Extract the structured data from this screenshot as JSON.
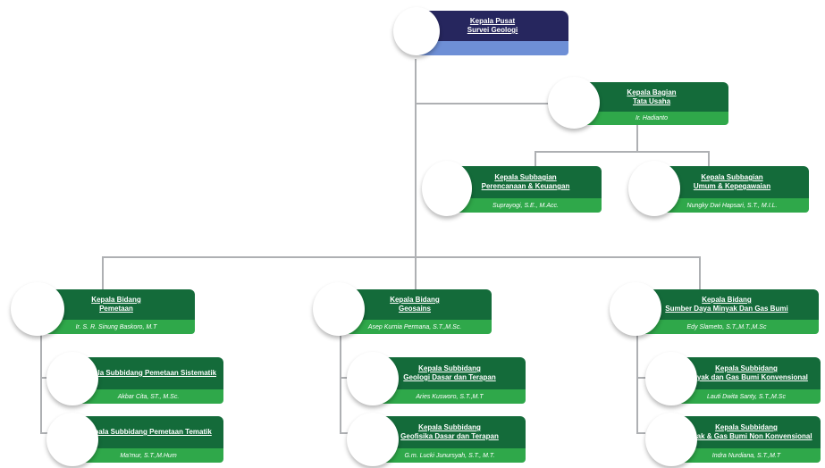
{
  "head": {
    "title_line1": "Kepala Pusat",
    "title_line2": "Survei Geologi",
    "name": ""
  },
  "tata_usaha": {
    "title_line1": "Kepala Bagian",
    "title_line2": "Tata Usaha",
    "name": "Ir. Hadianto"
  },
  "perencanaan": {
    "title_line1": "Kepala Subbagian",
    "title_line2": "Perencanaan & Keuangan",
    "name": "Suprayogi, S.E., M.Acc."
  },
  "umum": {
    "title_line1": "Kepala Subbagian",
    "title_line2": "Umum & Kepegawaian",
    "name": "Nungky Dwi Hapsari, S.T., M.I.L."
  },
  "pemetaan": {
    "title_line1": "Kepala Bidang",
    "title_line2": "Pemetaan",
    "name": "Ir. S. R. Sinung Baskoro, M.T"
  },
  "geosains": {
    "title_line1": "Kepala Bidang",
    "title_line2": "Geosains",
    "name": "Asep Kurnia Permana, S.T.,M.Sc."
  },
  "migas": {
    "title_line1": "Kepala Bidang",
    "title_line2": "Sumber Daya Minyak Dan Gas Bumi",
    "name": "Edy Slameto, S.T.,M.T.,M.Sc"
  },
  "pemetaan_sistematik": {
    "title_line1": "Kepala Subbidang Pemetaan Sistematik",
    "title_line2": "",
    "name": "Akbar Cita, ST., M.Sc."
  },
  "pemetaan_tematik": {
    "title_line1": "Kepala Subbidang Pemetaan Tematik",
    "title_line2": "",
    "name": "Ma'mur, S.T.,M.Hum"
  },
  "geologi_dasar": {
    "title_line1": "Kepala Subbidang",
    "title_line2": "Geologi Dasar dan Terapan",
    "name": "Aries Kusworo, S.T.,M.T"
  },
  "geofisika_dasar": {
    "title_line1": "Kepala Subbidang",
    "title_line2": "Geofisika Dasar dan Terapan",
    "name": "G.m. Lucki Junursyah, S.T., M.T."
  },
  "migas_konvensional": {
    "title_line1": "Kepala Subbidang",
    "title_line2": "Minyak dan Gas Bumi Konvensional",
    "name": "Lauti Dwita Santy, S.T.,M.Sc"
  },
  "migas_non_konvensional": {
    "title_line1": "Kepala Subbidang",
    "title_line2": "Minyak & Gas Bumi Non Konvensional",
    "name": "Indra Nurdiana, S.T.,M.T"
  },
  "colors": {
    "dark_green": "#146b3a",
    "light_green": "#2fa84a",
    "navy": "#26265e",
    "light_blue": "#6e8fd6",
    "connector": "#aeb0b3"
  }
}
